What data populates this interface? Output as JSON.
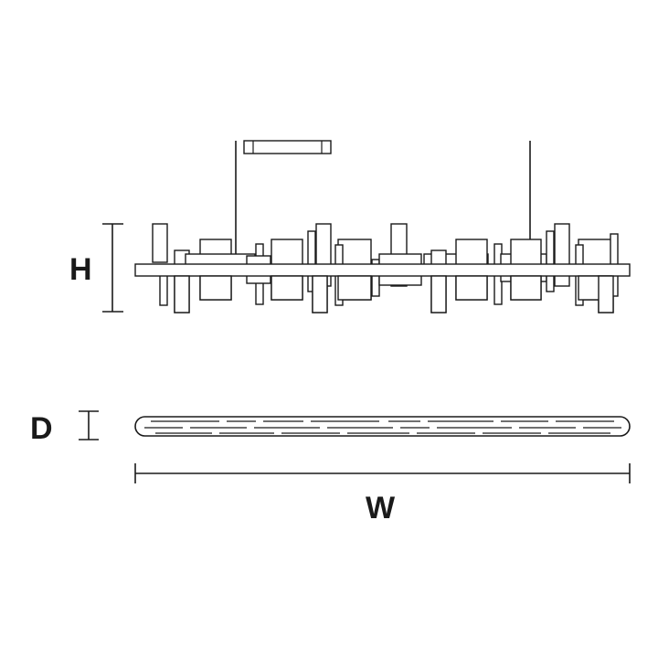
{
  "diagram": {
    "labels": {
      "height": "H",
      "depth": "D",
      "width": "W"
    },
    "colors": {
      "line": "#1a1a1a",
      "background": "#ffffff"
    }
  }
}
